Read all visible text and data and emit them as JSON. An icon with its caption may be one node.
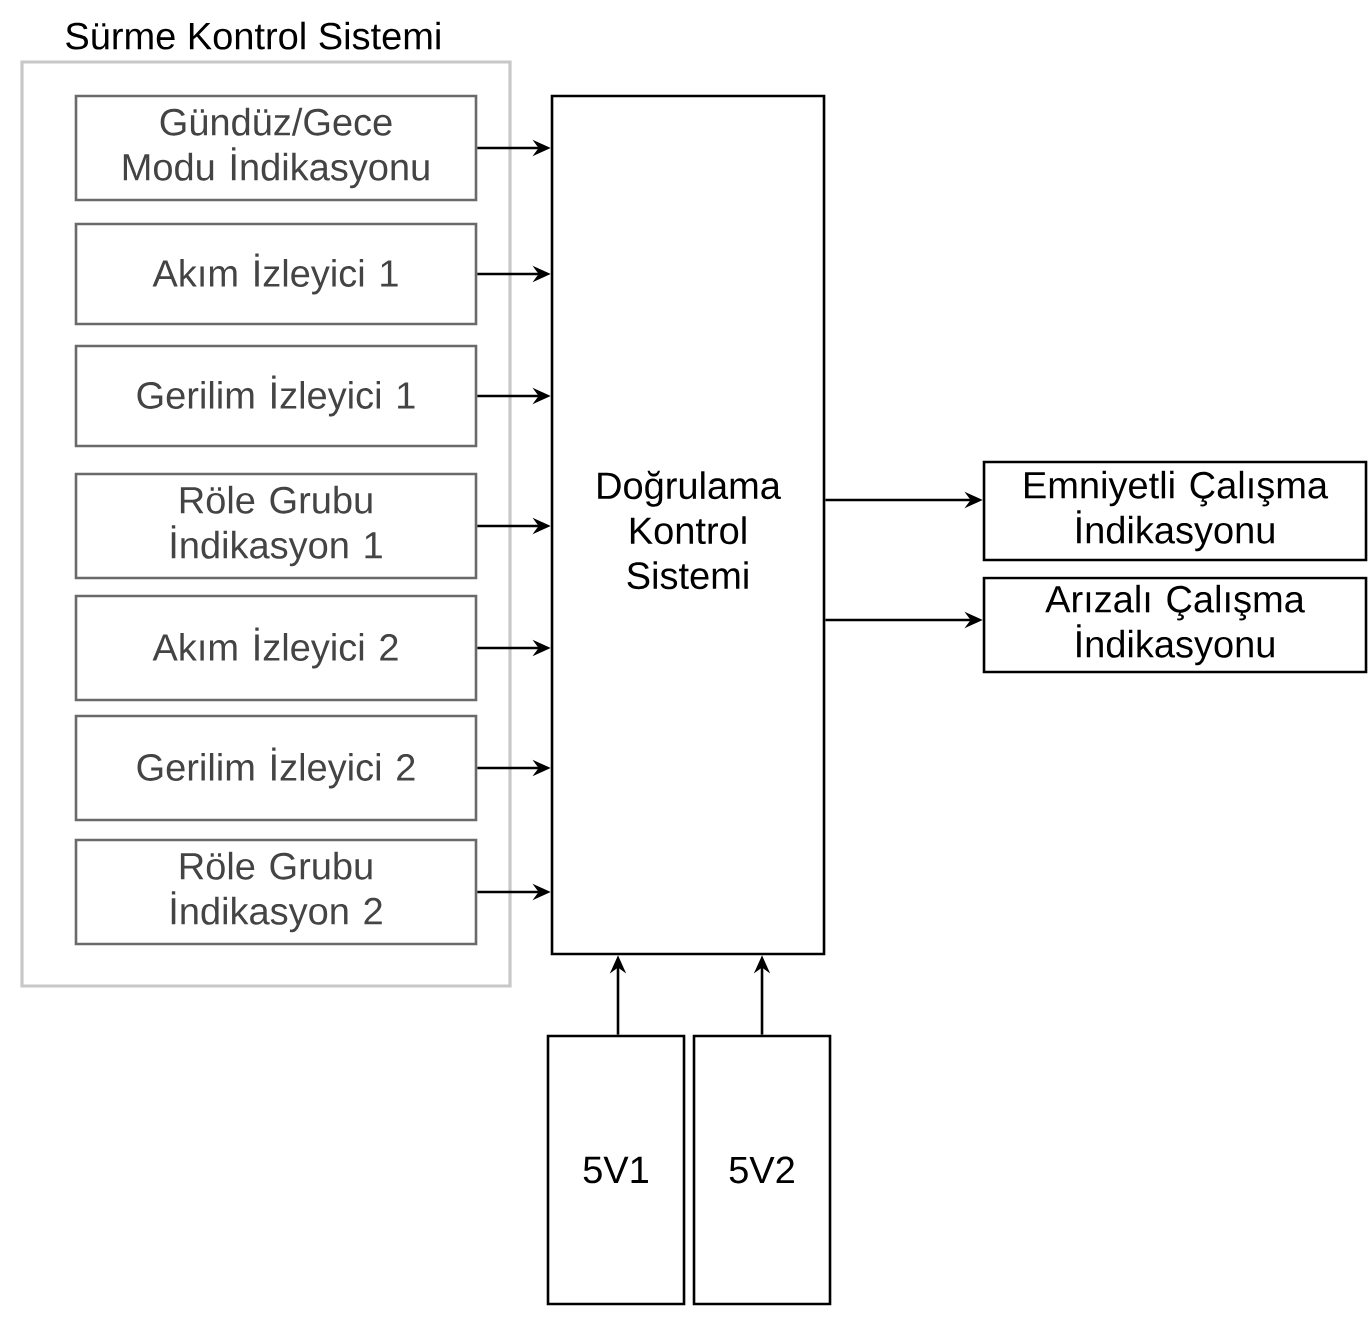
{
  "diagram": {
    "nodes": [
      {
        "text": [
          "Sürme Kontrol Sistemi"
        ]
      },
      {
        "text": [
          "Gündüz/Gece Modu İndikasyonu"
        ],
        "in": 0
      },
      {
        "text": [
          "Akım İzleyici 1"
        ],
        "in": 0
      },
      {
        "text": [
          "Gerilim İzleyici 1"
        ],
        "in": 0
      },
      {
        "text": [
          "Röle Grubu İndikasyon 1"
        ],
        "in": 0
      },
      {
        "text": [
          "Akım İzleyici 2"
        ],
        "in": 0
      },
      {
        "text": [
          "Gerilim İzleyici 2"
        ],
        "in": 0
      },
      {
        "text": [
          "Röle Grubu İndikasyon 2"
        ],
        "in": 0
      },
      {
        "text": [
          "Doğrulama Kontrol Sistemi"
        ]
      },
      {
        "text": [
          "Emniyetli Çalışma İndikasyonu"
        ]
      },
      {
        "text": [
          "Arızalı Çalışma İndikasyonu"
        ]
      },
      {
        "text": [
          "5V1"
        ]
      },
      {
        "text": [
          "5V2"
        ]
      }
    ],
    "edges": [
      {
        "from": 1,
        "to": 8,
        "arrow": "to"
      },
      {
        "from": 2,
        "to": 8,
        "arrow": "to"
      },
      {
        "from": 3,
        "to": 8,
        "arrow": "to"
      },
      {
        "from": 4,
        "to": 8,
        "arrow": "to"
      },
      {
        "from": 5,
        "to": 8,
        "arrow": "to"
      },
      {
        "from": 6,
        "to": 8,
        "arrow": "to"
      },
      {
        "from": 7,
        "to": 8,
        "arrow": "to"
      },
      {
        "from": 8,
        "to": 9,
        "arrow": "to"
      },
      {
        "from": 8,
        "to": 10,
        "arrow": "to"
      },
      {
        "from": 11,
        "to": 8,
        "arrow": "to"
      },
      {
        "from": 12,
        "to": 8,
        "arrow": "to"
      }
    ]
  }
}
